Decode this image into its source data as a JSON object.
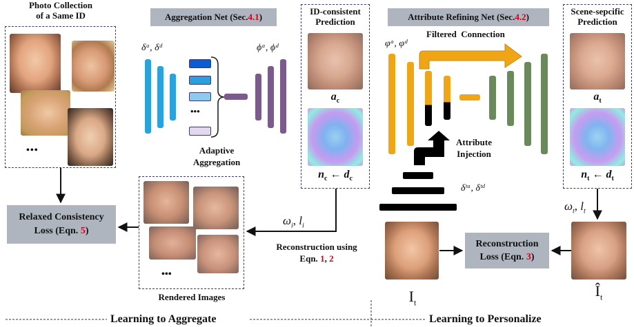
{
  "colors": {
    "blue": "#29a3dd",
    "purple": "#7b5a8c",
    "orange": "#f0a515",
    "green": "#6b8a5c",
    "black": "#000000",
    "gray_box": "#aeb5bf",
    "red_ref": "#d0021b"
  },
  "left": {
    "photo_title_line1": "Photo Collection",
    "photo_title_line2": "of a Same ID",
    "photo_dots": "•••",
    "aggregation_title_prefix": "Aggregation Net (Sec. ",
    "aggregation_title_ref": "4.1",
    "aggregation_title_suffix": ")",
    "delta_label": "δᵃ, δᵈ",
    "phi_label": "ϕᵃ, ϕᵈ",
    "adaptive_line1": "Adaptive",
    "adaptive_line2": "Aggregation",
    "feature_dots": "•••",
    "id_pred_line1": "ID-consistent",
    "id_pred_line2": "Prediction",
    "ac_label": "a",
    "ac_sub": "c",
    "nc_label": "n",
    "nc_sub": "c",
    "nc_arrow": " ← ",
    "dc_label": "d",
    "dc_sub": "c",
    "relaxed_line1": "Relaxed Consistency",
    "relaxed_line2_prefix": "Loss (Eqn. ",
    "relaxed_line2_ref": "5",
    "relaxed_line2_suffix": ")",
    "omega_label": "ω",
    "omega_sub": "i",
    "l_label": "l",
    "l_sub": "i",
    "recon_using_line1": "Reconstruction using",
    "recon_using_line2_prefix": "Eqn. ",
    "recon_using_ref1": "1",
    "recon_using_sep": ", ",
    "recon_using_ref2": "2",
    "rendered_dots": "•••",
    "rendered_caption": "Rendered Images",
    "section_label": "Learning to Aggregate"
  },
  "right": {
    "refining_title_prefix": "Attribute Refining Net (Sec. ",
    "refining_title_ref": "4.2",
    "refining_title_suffix": ")",
    "phi_label": "φᵃ, φᵈ",
    "filtered_label": "Filtered  Connection",
    "injection_line1": "Attribute",
    "injection_line2": "Injection",
    "delta_t_label": "δᵗᵃ, δᵗᵈ",
    "scene_pred_line1": "Scene-sepcific",
    "scene_pred_line2": "Prediction",
    "at_label": "a",
    "at_sub": "t",
    "nt_label": "n",
    "nt_sub": "t",
    "nt_arrow": " ← ",
    "dt_label": "d",
    "dt_sub": "t",
    "omega_label": "ω",
    "omega_sub": "t",
    "l_label": "l",
    "l_sub": "t",
    "recon_loss_line1": "Reconstruction",
    "recon_loss_line2_prefix": "Loss (Eqn. ",
    "recon_loss_ref": "3",
    "recon_loss_suffix": ")",
    "it_label": "I",
    "it_sub": "t",
    "it_hat_label": "Î",
    "it_hat_sub": "t",
    "section_label": "Learning to Personalize"
  }
}
